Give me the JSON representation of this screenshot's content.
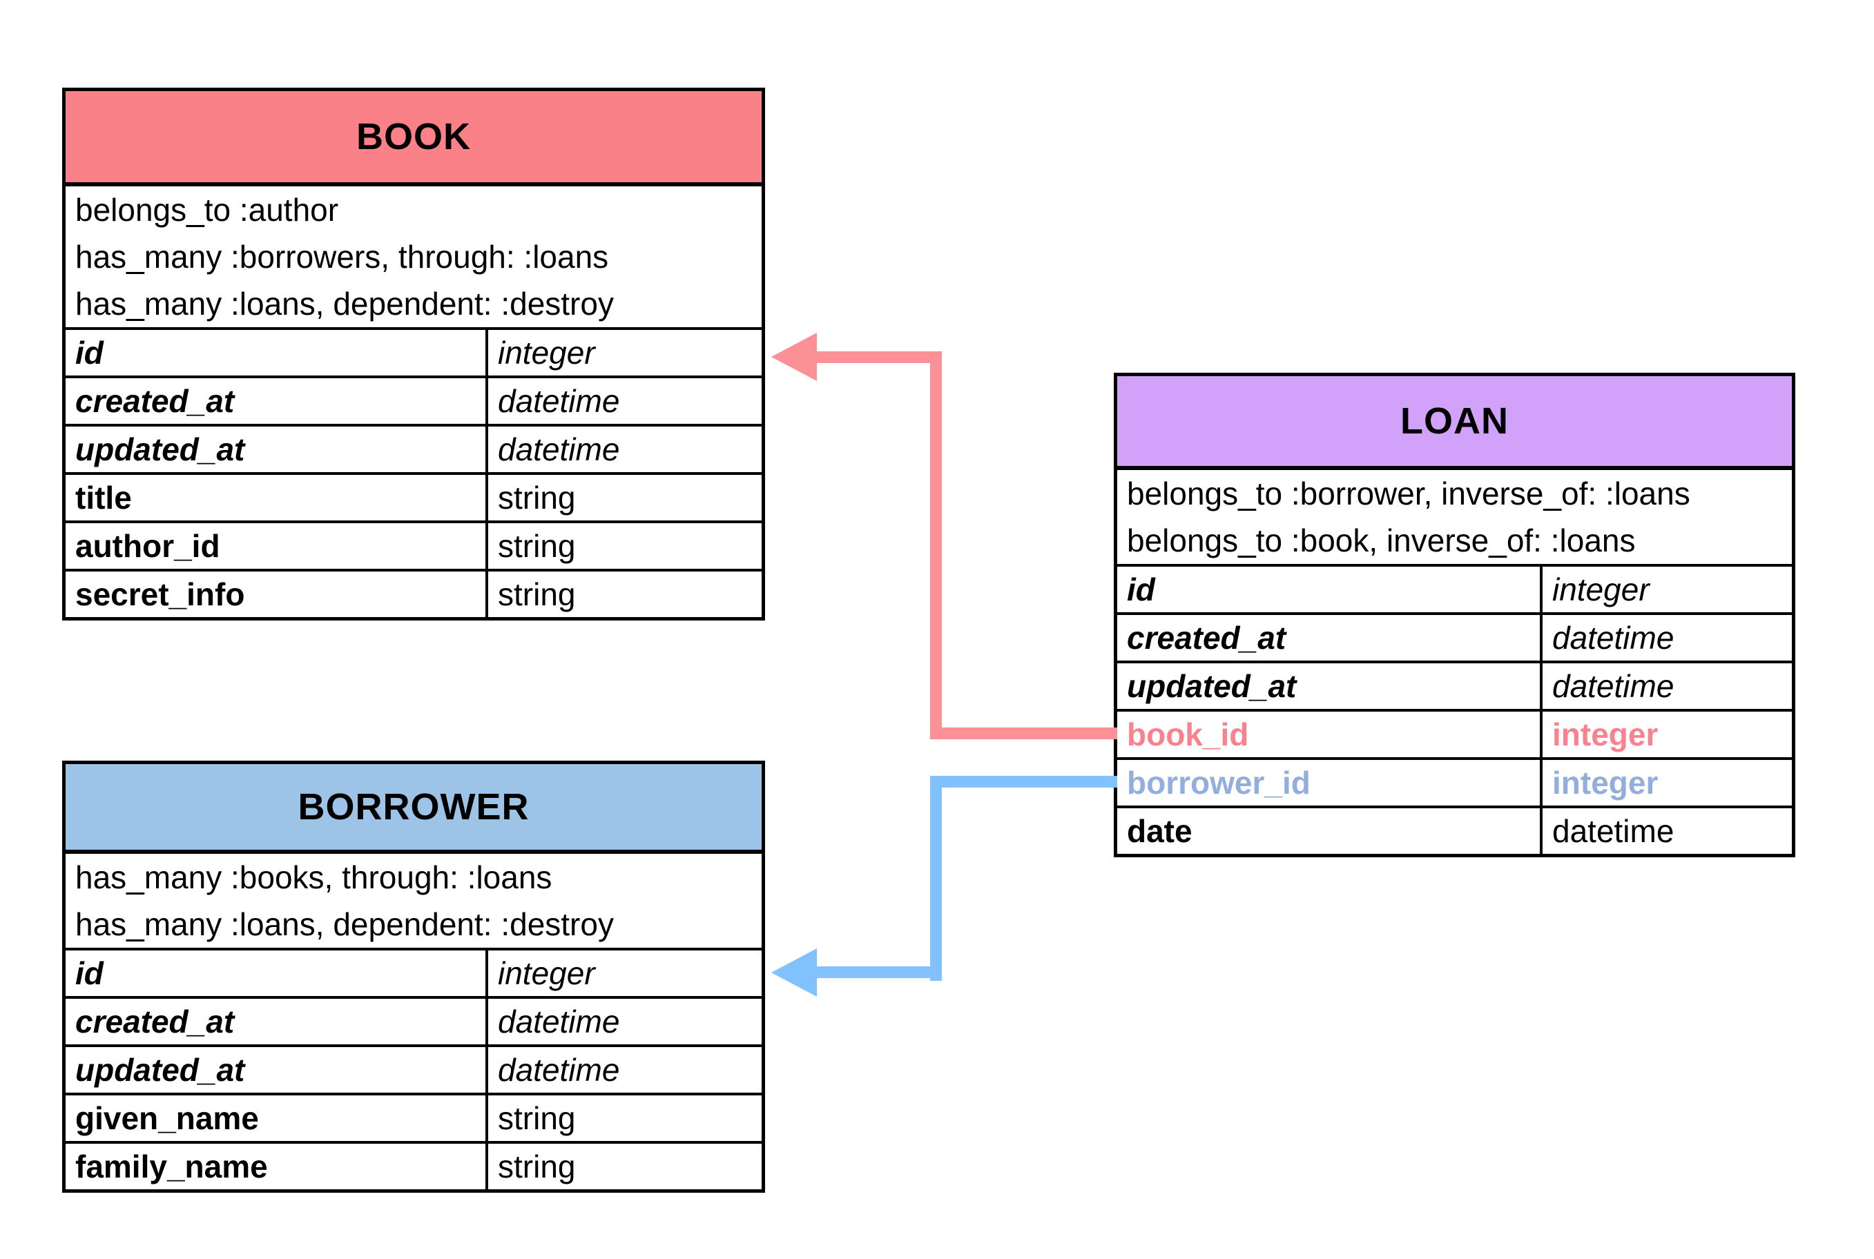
{
  "diagram": {
    "title": "library-schema-er-diagram",
    "colors": {
      "book_header": "#FA8187",
      "borrower_header": "#9DC3E6",
      "loan_header": "#D2A2FA",
      "book_relation": "#FB9196",
      "borrower_relation": "#81C1FD",
      "book_fk_text": "#F9828E",
      "borrower_fk_text": "#92AEDC",
      "border": "#000000"
    },
    "tables": [
      {
        "id": "book",
        "title": "BOOK",
        "associations": [
          "belongs_to :author",
          "has_many :borrowers, through: :loans",
          "has_many :loans, dependent: :destroy"
        ],
        "attributes": [
          {
            "name": "id",
            "type": "integer",
            "style": "magic"
          },
          {
            "name": "created_at",
            "type": "datetime",
            "style": "magic"
          },
          {
            "name": "updated_at",
            "type": "datetime",
            "style": "magic"
          },
          {
            "name": "title",
            "type": "string",
            "style": "normal"
          },
          {
            "name": "author_id",
            "type": "string",
            "style": "normal"
          },
          {
            "name": "secret_info",
            "type": "string",
            "style": "normal"
          }
        ]
      },
      {
        "id": "borrower",
        "title": "BORROWER",
        "associations": [
          "has_many :books, through: :loans",
          "has_many :loans, dependent: :destroy"
        ],
        "attributes": [
          {
            "name": "id",
            "type": "integer",
            "style": "magic"
          },
          {
            "name": "created_at",
            "type": "datetime",
            "style": "magic"
          },
          {
            "name": "updated_at",
            "type": "datetime",
            "style": "magic"
          },
          {
            "name": "given_name",
            "type": "string",
            "style": "normal"
          },
          {
            "name": "family_name",
            "type": "string",
            "style": "normal"
          }
        ]
      },
      {
        "id": "loan",
        "title": "LOAN",
        "associations": [
          "belongs_to :borrower, inverse_of: :loans",
          "belongs_to :book, inverse_of: :loans"
        ],
        "attributes": [
          {
            "name": "id",
            "type": "integer",
            "style": "magic"
          },
          {
            "name": "created_at",
            "type": "datetime",
            "style": "magic"
          },
          {
            "name": "updated_at",
            "type": "datetime",
            "style": "magic"
          },
          {
            "name": "book_id",
            "type": "integer",
            "style": "fk",
            "color": "#F9828E"
          },
          {
            "name": "borrower_id",
            "type": "integer",
            "style": "fk",
            "color": "#92AEDC"
          },
          {
            "name": "date",
            "type": "datetime",
            "style": "normal"
          }
        ]
      }
    ],
    "relations": [
      {
        "name": "loan-book-id-arrow",
        "from": "loan.book_id",
        "to": "book.id",
        "color": "#FB9196"
      },
      {
        "name": "loan-borrower-id-arrow",
        "from": "loan.borrower_id",
        "to": "borrower.id",
        "color": "#81C1FD"
      }
    ]
  }
}
